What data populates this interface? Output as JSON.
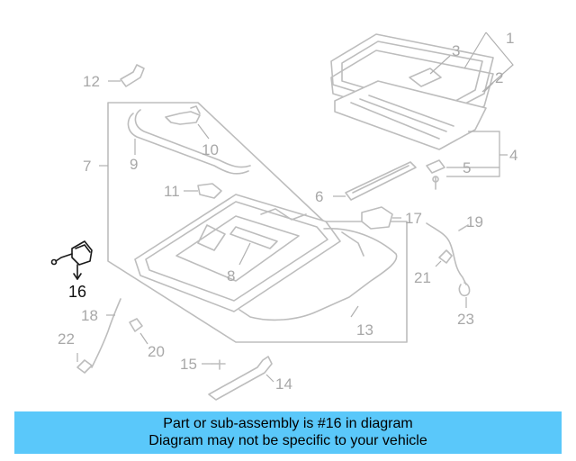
{
  "diagram": {
    "callouts": [
      "1",
      "2",
      "3",
      "4",
      "5",
      "6",
      "7",
      "8",
      "9",
      "10",
      "11",
      "12",
      "13",
      "14",
      "15",
      "16",
      "17",
      "18",
      "19",
      "20",
      "21",
      "22",
      "23"
    ],
    "highlighted_part": "16"
  },
  "banner": {
    "line1": "Part or sub-assembly is #16 in diagram",
    "line2": "Diagram may not be specific to your vehicle"
  }
}
